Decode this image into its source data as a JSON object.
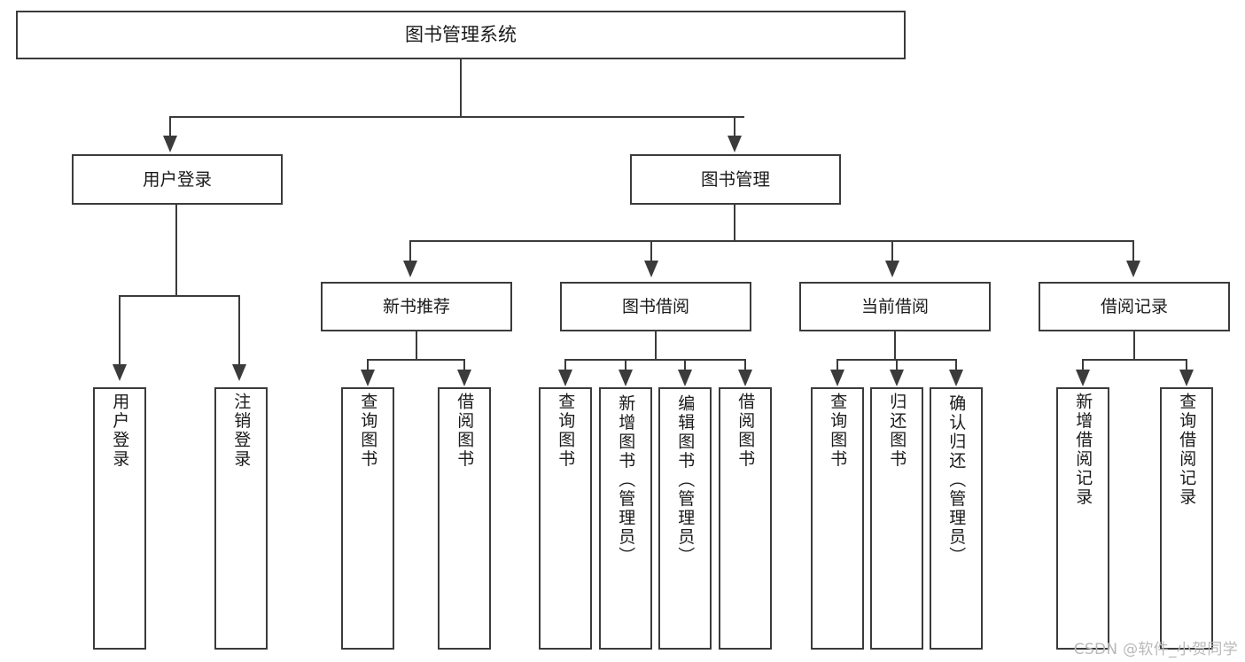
{
  "diagram": {
    "title": "图书管理系统",
    "type": "功能结构图",
    "watermark": "CSDN @软件_小贺同学",
    "line_color": "#3b3b3b",
    "box_fill": "#ffffff",
    "watermark_color": "#b9b9b9"
  },
  "root": {
    "label": "图书管理系统"
  },
  "level1": [
    {
      "label": "用户登录"
    },
    {
      "label": "图书管理"
    }
  ],
  "level2": [
    {
      "label": "新书推荐"
    },
    {
      "label": "图书借阅"
    },
    {
      "label": "当前借阅"
    },
    {
      "label": "借阅记录"
    }
  ],
  "leaves": {
    "user_login": [
      {
        "label": "用户登录"
      },
      {
        "label": "注销登录"
      }
    ],
    "new_book_recommend": [
      {
        "label": "查询图书"
      },
      {
        "label": "借阅图书"
      }
    ],
    "book_borrow": [
      {
        "label": "查询图书"
      },
      {
        "label": "新增图书（管理员）"
      },
      {
        "label": "编辑图书（管理员）"
      },
      {
        "label": "借阅图书"
      }
    ],
    "current_borrow": [
      {
        "label": "查询图书"
      },
      {
        "label": "归还图书"
      },
      {
        "label": "确认归还（管理员）"
      }
    ],
    "borrow_records": [
      {
        "label": "新增借阅记录"
      },
      {
        "label": "查询借阅记录"
      }
    ]
  }
}
